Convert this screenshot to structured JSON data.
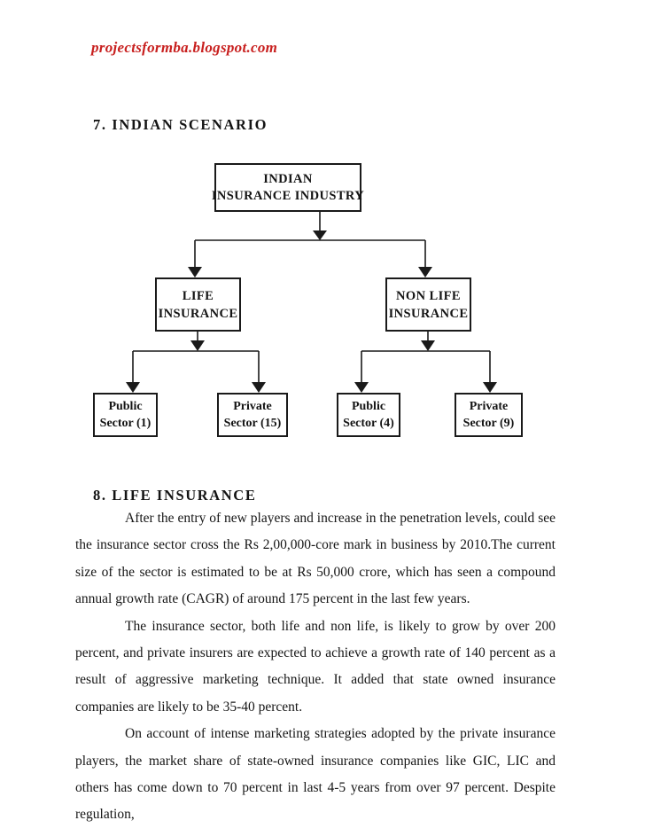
{
  "header": {
    "site_link": "projectsformba.blogspot.com"
  },
  "sections": {
    "s7_title": "7. INDIAN SCENARIO",
    "s8_title": "8. LIFE INSURANCE"
  },
  "org_chart": {
    "root": {
      "line1": "INDIAN",
      "line2": "INSURANCE INDUSTRY"
    },
    "life": {
      "line1": "LIFE",
      "line2": "INSURANCE"
    },
    "non_life": {
      "line1": "NON LIFE",
      "line2": "INSURANCE"
    },
    "life_public": {
      "line1": "Public",
      "line2": "Sector (1)"
    },
    "life_private": {
      "line1": "Private",
      "line2": "Sector (15)"
    },
    "non_life_public": {
      "line1": "Public",
      "line2": "Sector (4)"
    },
    "non_life_private": {
      "line1": "Private",
      "line2": "Sector (9)"
    }
  },
  "body": {
    "para1": "After the entry of new players and increase in the penetration levels, could see the insurance sector cross the Rs 2,00,000-core mark in business by 2010.The current size of the sector is estimated to be at Rs 50,000 crore, which has seen a compound annual growth rate (CAGR) of around 175 percent in the last few years.",
    "para2": "The insurance sector, both life and non life, is likely to grow by over 200 percent, and private insurers are expected to achieve a growth rate of 140 percent as a result of aggressive marketing technique. It added that state owned insurance companies are likely to be 35-40 percent.",
    "para3": "On account of intense marketing strategies adopted by the private insurance players, the market share of state-owned insurance companies like GIC, LIC and others has come down to 70 percent in last 4-5 years from over 97 percent. Despite regulation,"
  },
  "colors": {
    "link_red": "#c8201f",
    "ink": "#161616"
  }
}
